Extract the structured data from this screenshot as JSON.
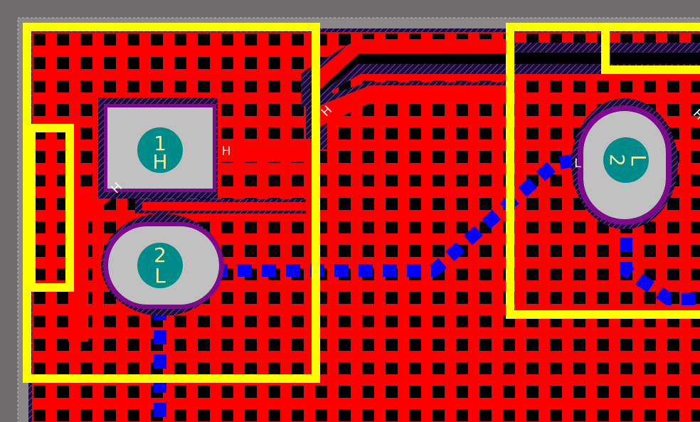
{
  "view": {
    "colors": {
      "background": "#6f6d6d",
      "board": "#8a8888",
      "copper_top": "#ff0000",
      "copper_bottom": "#0000ff",
      "clearance": "#000000",
      "silkscreen": "#ffff00",
      "pad_metal": "#c0c0c0",
      "pad_outline": "#7d0a8c",
      "hole": "#008b8b",
      "pad_text": "#f4ef9a",
      "net_text": "#ffffff"
    }
  },
  "pads": [
    {
      "id": "pad-1-H",
      "number": "1",
      "net": "H",
      "shape": "square"
    },
    {
      "id": "pad-2-L",
      "number": "2",
      "net": "L",
      "shape": "oval"
    },
    {
      "id": "pad-2-L-right",
      "number": "2",
      "net": "L",
      "shape": "oval-rotated"
    }
  ],
  "net_labels": {
    "h_trace_diagonal": "H",
    "h_trace_pad": "H",
    "h_trace_lower": "H",
    "l_via_right": "L",
    "h_trace_right": "H"
  }
}
